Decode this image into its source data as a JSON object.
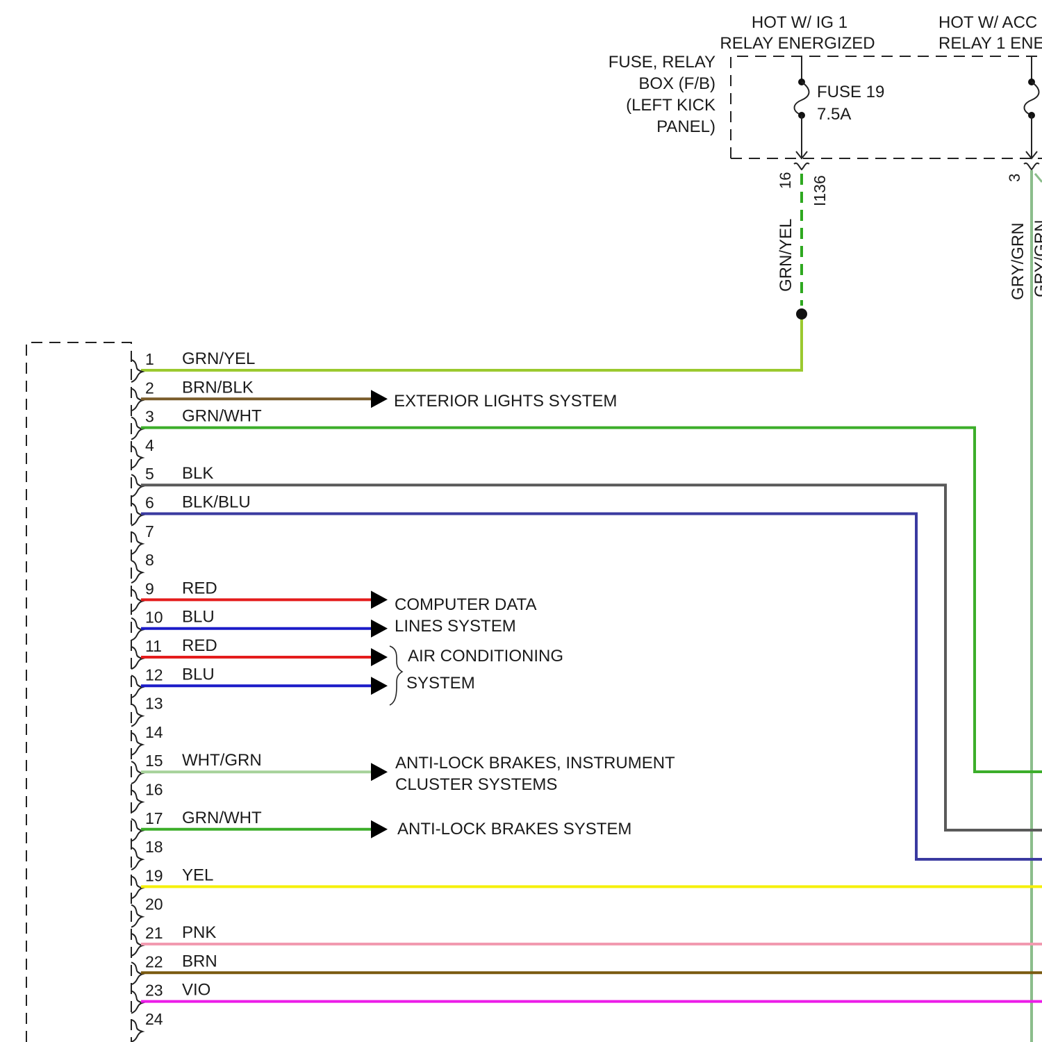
{
  "header": {
    "ig1_line1": "HOT W/ IG 1",
    "ig1_line2": "RELAY ENERGIZED",
    "acc_line1": "HOT W/ ACC",
    "acc_line2": "RELAY 1 ENE"
  },
  "fuse_box": {
    "label_lines": [
      "FUSE, RELAY",
      "BOX (F/B)",
      "(LEFT KICK",
      "PANEL)"
    ],
    "fuse_name": "FUSE 19",
    "fuse_rating": "7.5A",
    "connector": "I136",
    "pin_left": "16",
    "pin_right": "3",
    "wire_left": "GRN/YEL",
    "wire_right": "GRY/GRN",
    "wire_right_clipped": "GRY/GRN"
  },
  "colors": {
    "GRN/YEL": "#9bc92f",
    "BRN/BLK": "#7a5c2a",
    "GRN/WHT": "#3cae2a",
    "BLK": "#5a5a5a",
    "BLK/BLU": "#3a3aa0",
    "RED": "#e41c1c",
    "BLU": "#1c1cc8",
    "WHT/GRN": "#a6d29a",
    "YEL": "#f5f00a",
    "PNK": "#f29ab0",
    "BRN": "#7a5a10",
    "VIO": "#ec1ce8",
    "GRY/GRN": "#8bbd8b",
    "GRN/YEL_feed": "#2ea820"
  },
  "pins": [
    {
      "num": "1",
      "wire": "GRN/YEL"
    },
    {
      "num": "2",
      "wire": "BRN/BLK"
    },
    {
      "num": "3",
      "wire": "GRN/WHT"
    },
    {
      "num": "4",
      "wire": ""
    },
    {
      "num": "5",
      "wire": "BLK"
    },
    {
      "num": "6",
      "wire": "BLK/BLU"
    },
    {
      "num": "7",
      "wire": ""
    },
    {
      "num": "8",
      "wire": ""
    },
    {
      "num": "9",
      "wire": "RED"
    },
    {
      "num": "10",
      "wire": "BLU"
    },
    {
      "num": "11",
      "wire": "RED"
    },
    {
      "num": "12",
      "wire": "BLU"
    },
    {
      "num": "13",
      "wire": ""
    },
    {
      "num": "14",
      "wire": ""
    },
    {
      "num": "15",
      "wire": "WHT/GRN"
    },
    {
      "num": "16",
      "wire": ""
    },
    {
      "num": "17",
      "wire": "GRN/WHT"
    },
    {
      "num": "18",
      "wire": ""
    },
    {
      "num": "19",
      "wire": "YEL"
    },
    {
      "num": "20",
      "wire": ""
    },
    {
      "num": "21",
      "wire": "PNK"
    },
    {
      "num": "22",
      "wire": "BRN"
    },
    {
      "num": "23",
      "wire": "VIO"
    },
    {
      "num": "24",
      "wire": ""
    }
  ],
  "systems": {
    "exterior": "EXTERIOR LIGHTS SYSTEM",
    "computer_line1": "COMPUTER DATA",
    "computer_line2": "LINES SYSTEM",
    "ac_line1": "AIR CONDITIONING",
    "ac_line2": "SYSTEM",
    "abs_ic_line1": "ANTI-LOCK BRAKES, INSTRUMENT",
    "abs_ic_line2": "CLUSTER SYSTEMS",
    "abs": "ANTI-LOCK BRAKES SYSTEM"
  }
}
